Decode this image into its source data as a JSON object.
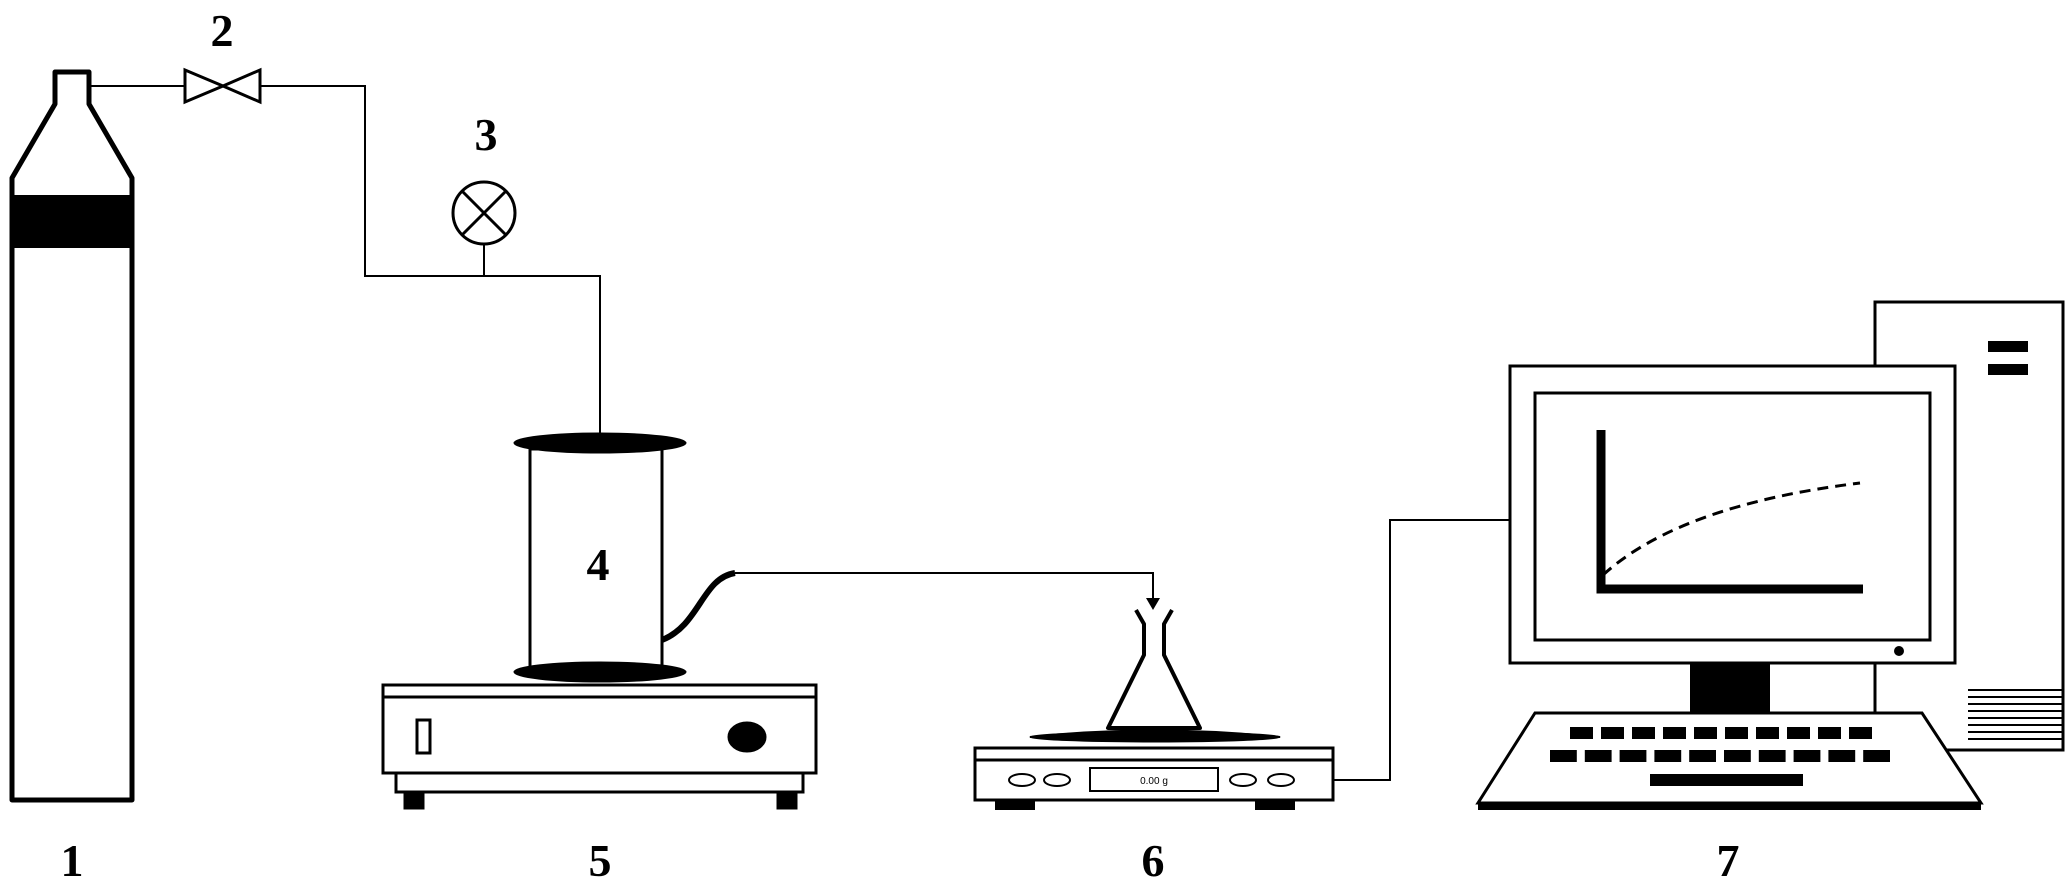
{
  "labels": {
    "cylinder": "1",
    "valve": "2",
    "gauge": "3",
    "vessel": "4",
    "stirrer": "5",
    "balance": "6",
    "computer": "7"
  },
  "balance_display": "0.00 g",
  "colors": {
    "line": "#000000",
    "background": "#ffffff"
  }
}
